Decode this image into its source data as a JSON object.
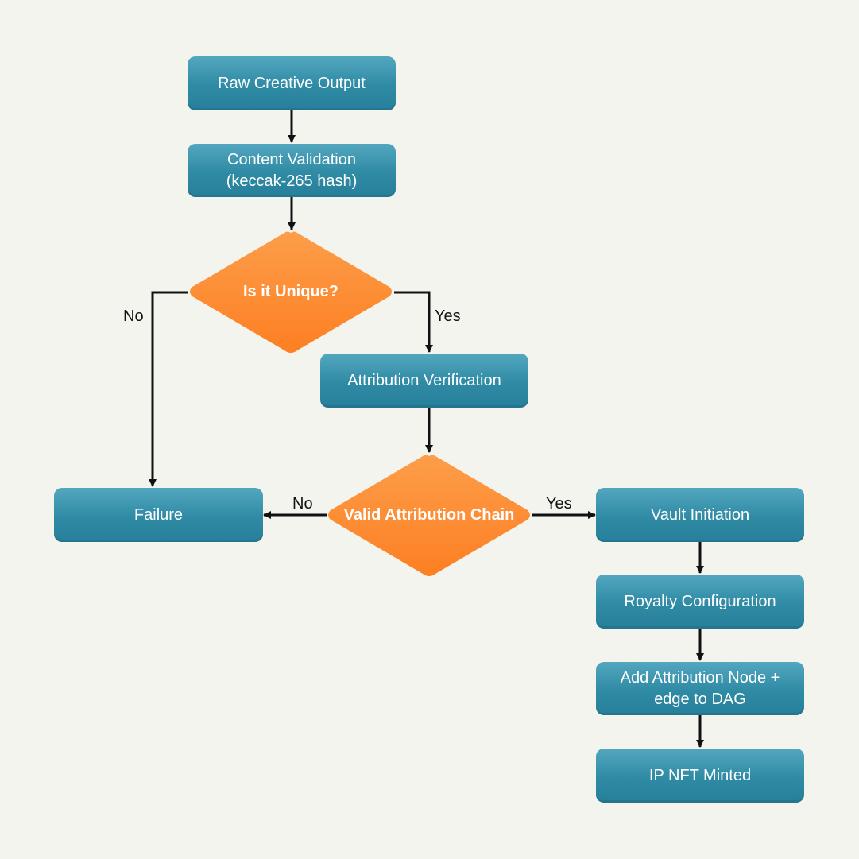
{
  "nodes": {
    "raw_output": "Raw Creative Output",
    "content_validation_line1": "Content Validation",
    "content_validation_line2": "(keccak-265 hash)",
    "is_unique": "Is it Unique?",
    "attribution_verification": "Attribution Verification",
    "valid_chain": "Valid Attribution Chain",
    "failure": "Failure",
    "vault_initiation": "Vault Initiation",
    "royalty_configuration": "Royalty Configuration",
    "add_node_line1": "Add Attribution Node +",
    "add_node_line2": "edge to DAG",
    "nft_minted": "IP NFT Minted"
  },
  "edge_labels": {
    "unique_no": "No",
    "unique_yes": "Yes",
    "chain_no": "No",
    "chain_yes": "Yes"
  },
  "colors": {
    "process_box": "#2f8aa4",
    "decision": "#fd8a2e",
    "arrow": "#111111",
    "background": "#f4f4ef"
  }
}
